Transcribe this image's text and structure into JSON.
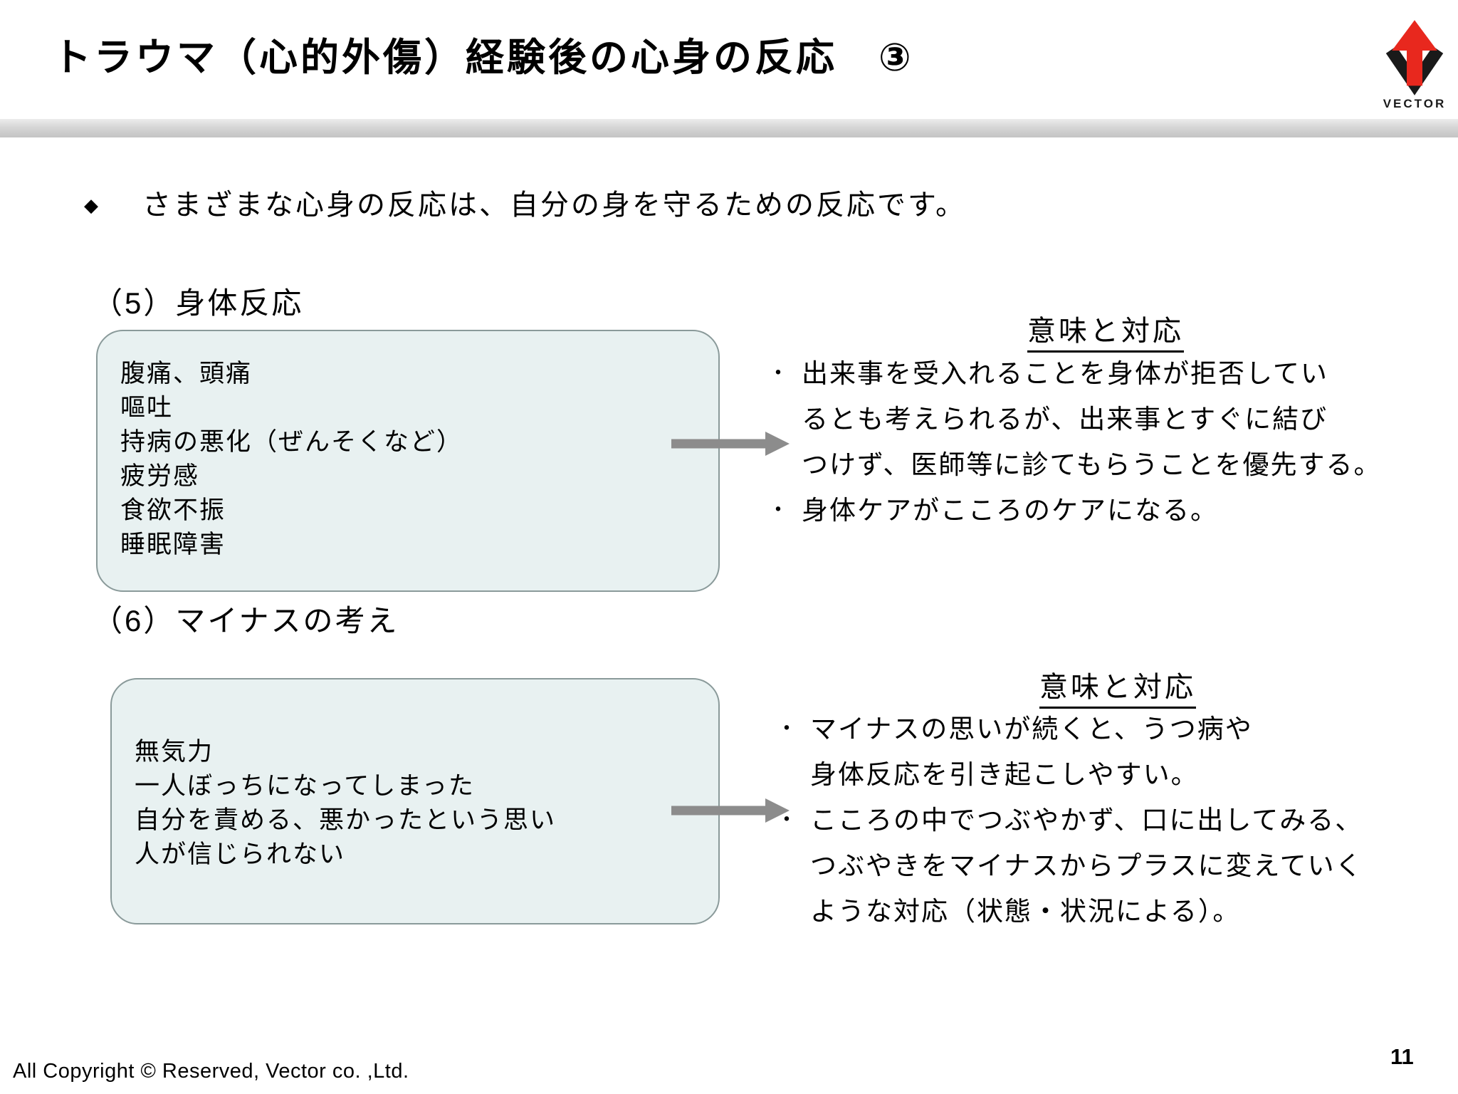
{
  "slide": {
    "title": "トラウマ（心的外傷）経験後の心身の反応　③",
    "page_number": "11",
    "footer": "All Copyright © Reserved, Vector co. ,Ltd."
  },
  "logo": {
    "brand": "VECTOR"
  },
  "intro": {
    "bullet_icon": "◆",
    "text": "さまざまな心身の反応は、自分の身を守るための反応です。"
  },
  "section5": {
    "heading": "（5）身体反応",
    "box_lines": [
      "腹痛、頭痛",
      "嘔吐",
      "持病の悪化（ぜんそくなど）",
      "疲労感",
      "食欲不振",
      "睡眠障害"
    ],
    "meaning": {
      "heading": "意味と対応",
      "lines": [
        {
          "bullet": "・",
          "text": "出来事を受入れることを身体が拒否してい"
        },
        {
          "bullet": "",
          "text": "るとも考えられるが、出来事とすぐに結び"
        },
        {
          "bullet": "",
          "text": "つけず、医師等に診てもらうことを優先する。"
        },
        {
          "bullet": "・",
          "text": "身体ケアがこころのケアになる。"
        }
      ]
    }
  },
  "section6": {
    "heading": "（6）マイナスの考え",
    "box_lines": [
      "無気力",
      "一人ぼっちになってしまった",
      "自分を責める、悪かったという思い",
      "人が信じられない"
    ],
    "meaning": {
      "heading": "意味と対応",
      "lines": [
        {
          "bullet": "・",
          "text": "マイナスの思いが続くと、うつ病や"
        },
        {
          "bullet": "",
          "text": "身体反応を引き起こしやすい。"
        },
        {
          "bullet": "・",
          "text": "こころの中でつぶやかず、口に出してみる、"
        },
        {
          "bullet": "",
          "text": "つぶやきをマイナスからプラスに変えていく"
        },
        {
          "bullet": "",
          "text": "ような対応（状態・状況による）。"
        }
      ]
    }
  },
  "colors": {
    "box_bg": "#e8f1f1",
    "box_border": "#8a9a9a",
    "arrow_gray": "#8c8c8c",
    "logo_red": "#e8281e",
    "logo_black": "#1a1a1a",
    "divider_gray": "#c3c3c3"
  }
}
